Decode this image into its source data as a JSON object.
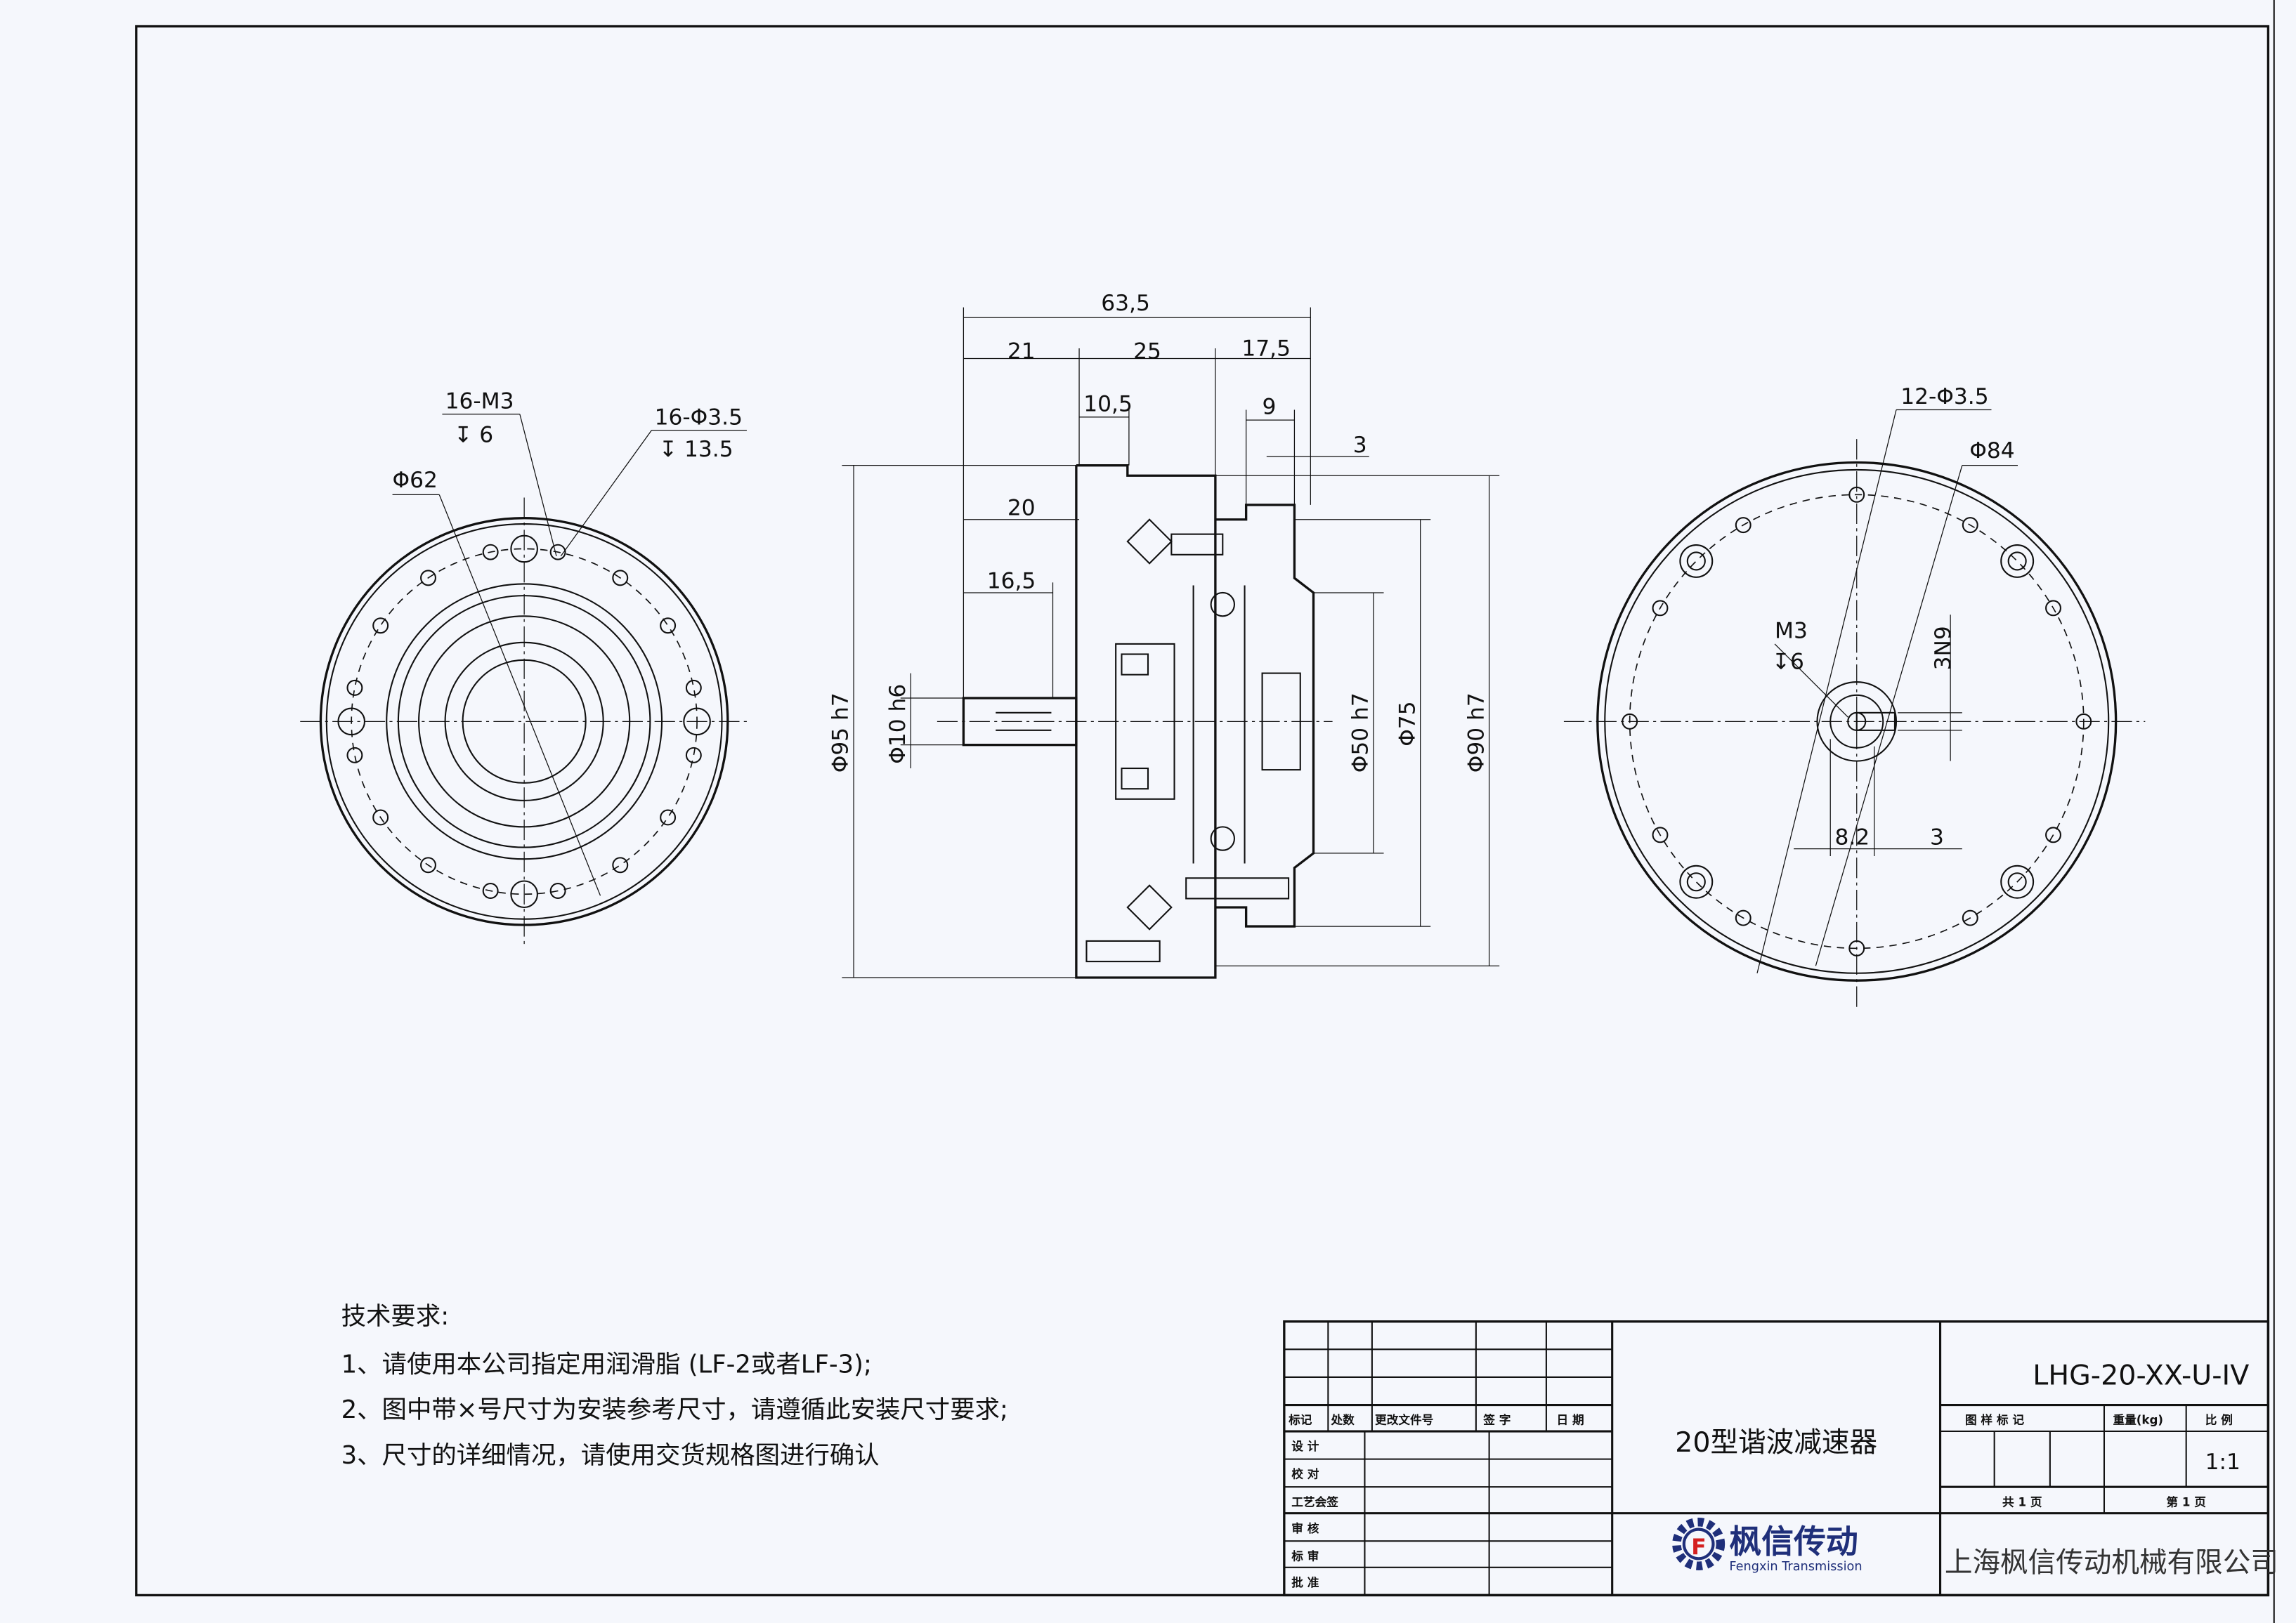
{
  "notes": {
    "heading": "技术要求:",
    "items": [
      "1、请使用本公司指定用润滑脂 (LF-2或者LF-3);",
      "2、图中带×号尺寸为安装参考尺寸，请遵循此安装尺寸要求;",
      "3、尺寸的详细情况，请使用交货规格图进行确认"
    ]
  },
  "left_view": {
    "thread_holes": "16-M3",
    "thread_depth": "↧ 6",
    "through_holes": "16-Φ3.5",
    "hole_depth": "↧ 13.5",
    "pcd": "Φ62"
  },
  "side_view": {
    "overall_length": "63,5",
    "len_21": "21",
    "len_25": "25",
    "len_17_5": "17,5",
    "len_10_5": "10,5",
    "len_9": "9",
    "len_3": "3",
    "len_20": "20",
    "len_16_5": "16,5",
    "dia_95": "Φ95 h7",
    "dia_10": "Φ10 h6",
    "dia_50": "Φ50 h7",
    "dia_75": "Φ75",
    "dia_90": "Φ90 h7"
  },
  "right_view": {
    "holes": "12-Φ3.5",
    "pcd": "Φ84",
    "thread": "M3",
    "thread_depth": "↧6",
    "keyway": "3N9",
    "key_depth": "8.2",
    "key_width": "3"
  },
  "title_block": {
    "rev_headers": [
      "标记",
      "处数",
      "更改文件号",
      "签 字",
      "日 期"
    ],
    "sign_rows": [
      "设 计",
      "校 对",
      "工艺会签",
      "审 核",
      "标 审",
      "批 准"
    ],
    "product_name": "20型谐波减速器",
    "drawing_number": "LHG-20-XX-U-IV",
    "stage_label": "图 样 标 记",
    "weight_label": "重量(kg)",
    "scale_label": "比 例",
    "scale_value": "1:1",
    "total_pages": "共 1 页",
    "page_no": "第 1 页",
    "logo_cn": "枫信传动",
    "logo_en": "Fengxin Transmission",
    "company": "上海枫信传动机械有限公司"
  },
  "colors": {
    "logo_blue": "#1f2f7a",
    "logo_red": "#d42020"
  }
}
